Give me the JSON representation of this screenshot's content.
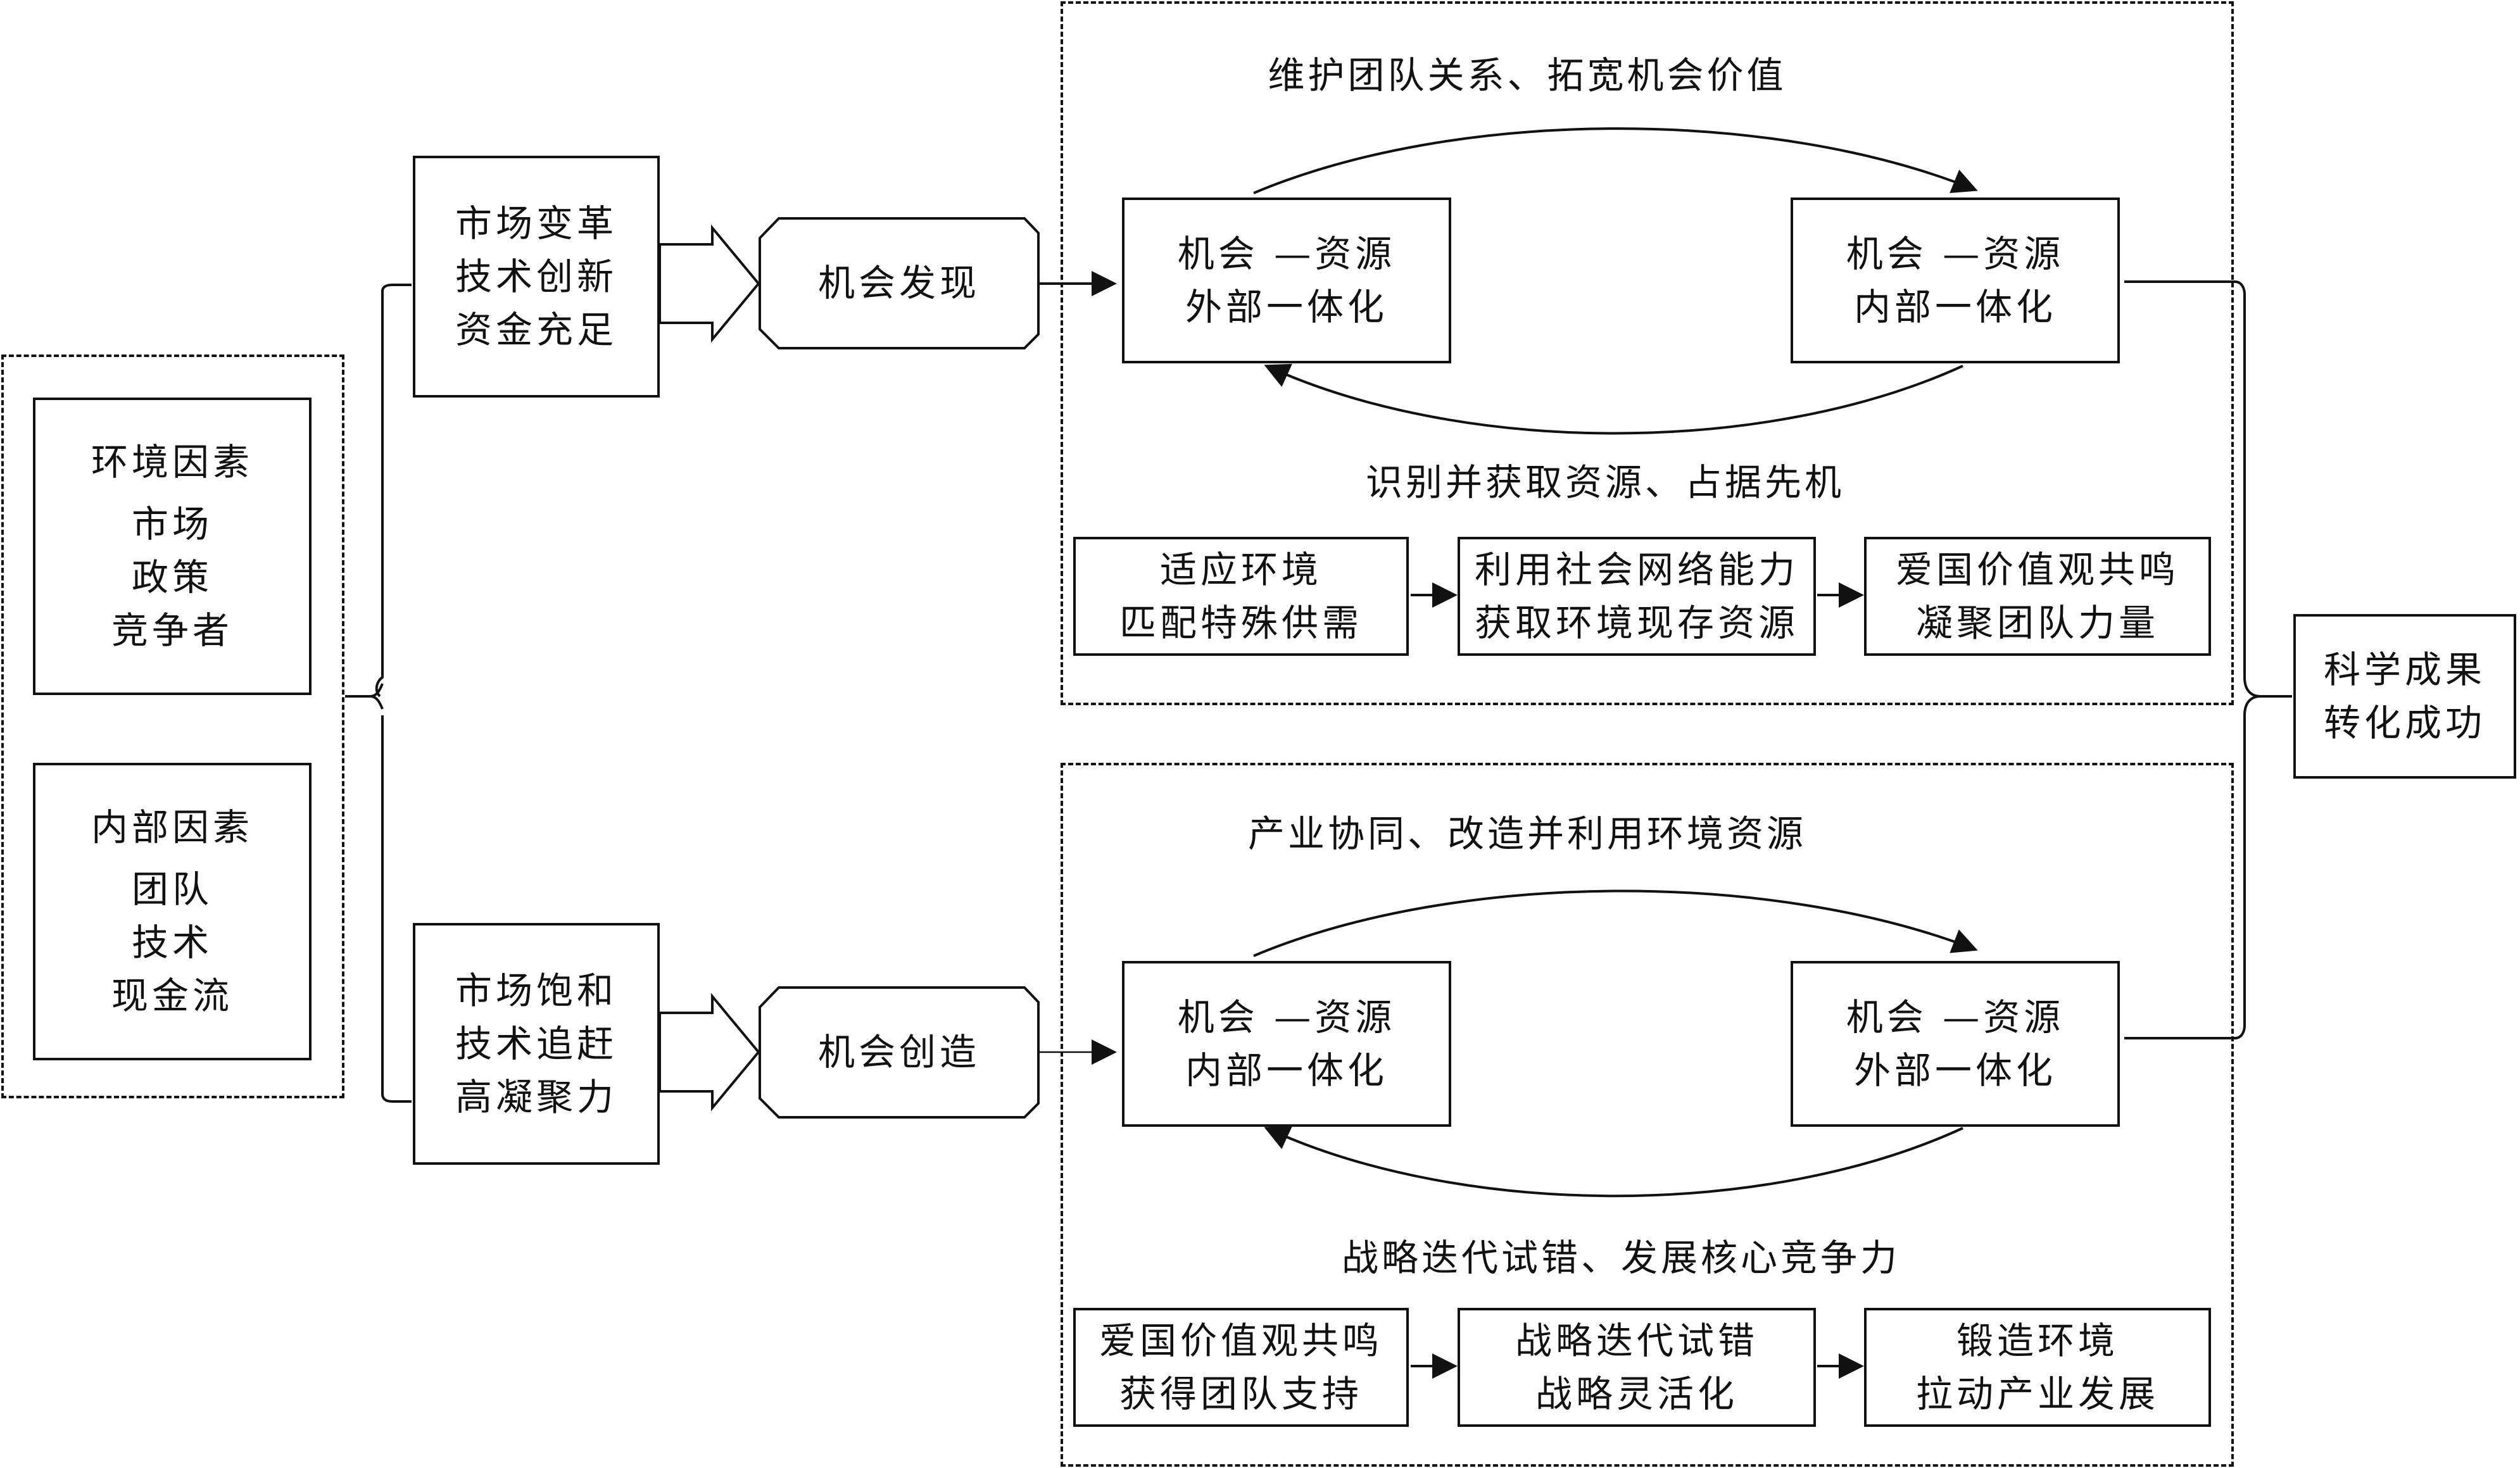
{
  "factors": {
    "environment": {
      "title": "环境因素",
      "items": [
        "市场",
        "政策",
        "竞争者"
      ]
    },
    "internal": {
      "title": "内部因素",
      "items": [
        "团队",
        "技术",
        "现金流"
      ]
    }
  },
  "drivers": {
    "top": [
      "市场变革",
      "技术创新",
      "资金充足"
    ],
    "bottom": [
      "市场饱和",
      "技术追赶",
      "高凝聚力"
    ]
  },
  "opportunity": {
    "discover": "机会发现",
    "create": "机会创造"
  },
  "top_loop": {
    "left": [
      "机会 —资源",
      "外部一体化"
    ],
    "right": [
      "机会 —资源",
      "内部一体化"
    ],
    "upper_label": "维护团队关系、拓宽机会价值",
    "lower_label": "识别并获取资源、占据先机",
    "steps": [
      [
        "适应环境",
        "匹配特殊供需"
      ],
      [
        "利用社会网络能力",
        "获取环境现存资源"
      ],
      [
        "爱国价值观共鸣",
        "凝聚团队力量"
      ]
    ]
  },
  "bottom_loop": {
    "left": [
      "机会 —资源",
      "内部一体化"
    ],
    "right": [
      "机会 —资源",
      "外部一体化"
    ],
    "upper_label": "产业协同、改造并利用环境资源",
    "lower_label": "战略迭代试错、发展核心竞争力",
    "steps": [
      [
        "爱国价值观共鸣",
        "获得团队支持"
      ],
      [
        "战略迭代试错",
        "战略灵活化"
      ],
      [
        "锻造环境",
        "拉动产业发展"
      ]
    ]
  },
  "result": [
    "科学成果",
    "转化成功"
  ]
}
